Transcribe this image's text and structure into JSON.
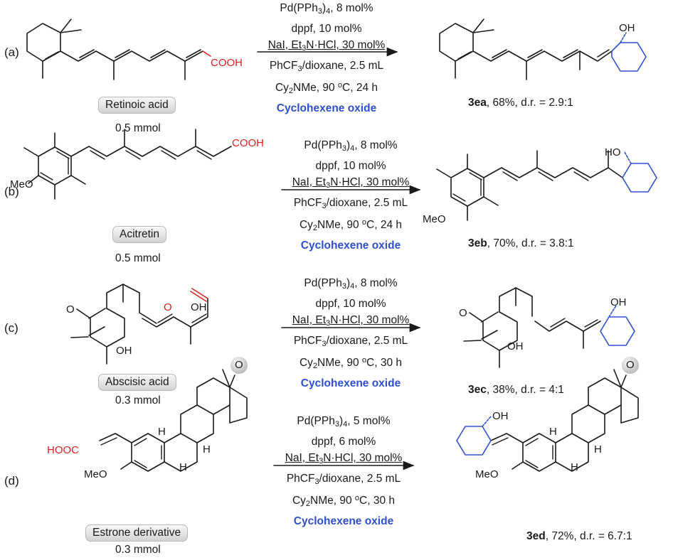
{
  "colors": {
    "bond": "#1a1a1a",
    "new_ring": "#3050d0",
    "acid": "#e02020",
    "reagent": "#2f4fd0"
  },
  "atom_labels": {
    "cooh": "COOH",
    "oh": "OH",
    "ho": "HO",
    "meo": "MeO",
    "o": "O",
    "h": "H",
    "hooc": "HOOC"
  },
  "rows": [
    {
      "label": "(a)",
      "substrate": "Retinoic acid",
      "amount": "0.5 mmol",
      "cond": {
        "catalyst_pre": "Pd(PPh",
        "catalyst_sub": "3",
        "catalyst_post": ")",
        "catalyst_sub2": "4",
        "catalyst_tail": ", 8 mol%",
        "ligand": "dppf, 10 mol%",
        "additive_pre": "NaI, Et",
        "additive_sub": "3",
        "additive_post": "N·HCl, 30 mol%",
        "solvent_pre": "PhCF",
        "solvent_sub": "3",
        "solvent_post": "/dioxane, 2.5 mL",
        "base_pre": "Cy",
        "base_sub": "2",
        "base_mid": "NMe, 90 ",
        "base_sup": "o",
        "base_post": "C, 24 h",
        "reagent": "Cyclohexene oxide"
      },
      "product_id": "3ea",
      "product_text": ", 68%, d.r. = 2.9:1"
    },
    {
      "label": "(b)",
      "substrate": "Acitretin",
      "amount": "0.5 mmol",
      "cond": {
        "catalyst_pre": "Pd(PPh",
        "catalyst_sub": "3",
        "catalyst_post": ")",
        "catalyst_sub2": "4",
        "catalyst_tail": ", 8 mol%",
        "ligand": "dppf, 10 mol%",
        "additive_pre": "NaI, Et",
        "additive_sub": "3",
        "additive_post": "N·HCl, 30 mol%",
        "solvent_pre": "PhCF",
        "solvent_sub": "3",
        "solvent_post": "/dioxane, 2.5 mL",
        "base_pre": "Cy",
        "base_sub": "2",
        "base_mid": "NMe, 90 ",
        "base_sup": "o",
        "base_post": "C, 24 h",
        "reagent": "Cyclohexene oxide"
      },
      "product_id": "3eb",
      "product_text": ", 70%, d.r. = 3.8:1"
    },
    {
      "label": "(c)",
      "substrate": "Abscisic acid",
      "amount": "0.3 mmol",
      "cond": {
        "catalyst_pre": "Pd(PPh",
        "catalyst_sub": "3",
        "catalyst_post": ")",
        "catalyst_sub2": "4",
        "catalyst_tail": ", 8 mol%",
        "ligand": "dppf, 10 mol%",
        "additive_pre": "NaI, Et",
        "additive_sub": "3",
        "additive_post": "N·HCl, 30 mol%",
        "solvent_pre": "PhCF",
        "solvent_sub": "3",
        "solvent_post": "/dioxane, 2.5 mL",
        "base_pre": "Cy",
        "base_sub": "2",
        "base_mid": "NMe, 90 ",
        "base_sup": "o",
        "base_post": "C, 30 h",
        "reagent": "Cyclohexene oxide"
      },
      "product_id": "3ec",
      "product_text": ", 38%, d.r. = 4:1"
    },
    {
      "label": "(d)",
      "substrate": "Estrone derivative",
      "amount": "0.3 mmol",
      "cond": {
        "catalyst_pre": "Pd(PPh",
        "catalyst_sub": "3",
        "catalyst_post": ")",
        "catalyst_sub2": "4",
        "catalyst_tail": ", 5 mol%",
        "ligand": "dppf, 6 mol%",
        "additive_pre": "NaI, Et",
        "additive_sub": "3",
        "additive_post": "N·HCl, 30 mol%",
        "solvent_pre": "PhCF",
        "solvent_sub": "3",
        "solvent_post": "/dioxane, 2.5 mL",
        "base_pre": "Cy",
        "base_sub": "2",
        "base_mid": "NMe, 90 ",
        "base_sup": "o",
        "base_post": "C, 30 h",
        "reagent": "Cyclohexene oxide"
      },
      "product_id": "3ed",
      "product_text": ", 72%, d.r. = 6.7:1"
    }
  ]
}
